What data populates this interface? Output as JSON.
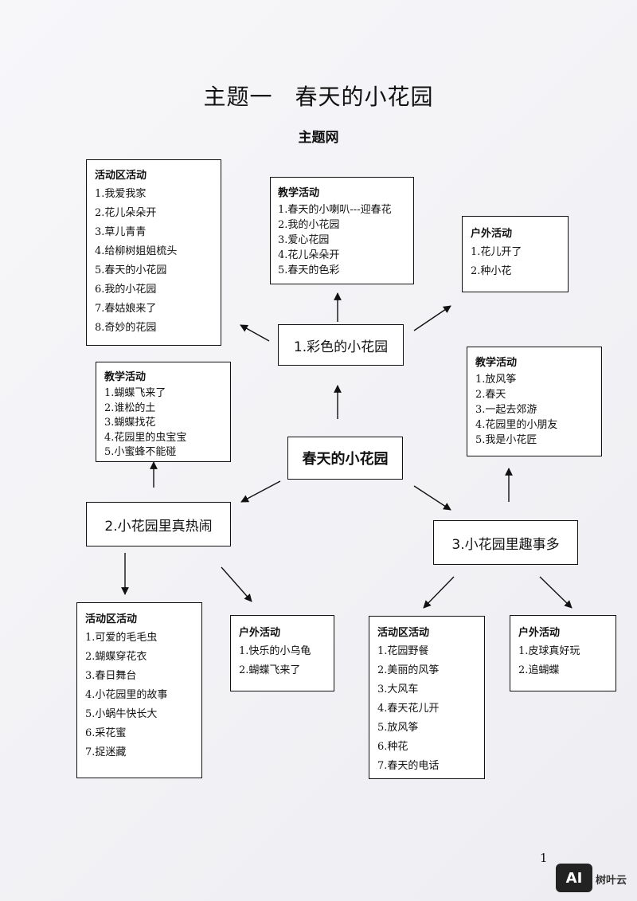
{
  "title_part1": "主题一",
  "title_part2": "春天的小花园",
  "subtitle": "主题网",
  "nodes": {
    "center": "春天的小花园",
    "branch1": "1.彩色的小花园",
    "branch2": "2.小花园里真热闹",
    "branch3": "3.小花园里趣事多"
  },
  "boxes": {
    "b1_area": {
      "heading": "活动区活动",
      "items": [
        "1.我爱我家",
        "2.花儿朵朵开",
        "3.草儿青青",
        "4.给柳树姐姐梳头",
        "5.春天的小花园",
        "6.我的小花园",
        "7.春姑娘来了",
        "8.奇妙的花园"
      ]
    },
    "b1_teach": {
      "heading": "教学活动",
      "items": [
        "1.春天的小喇叭---迎春花",
        "2.我的小花园",
        "3.爱心花园",
        "4.花儿朵朵开",
        "5.春天的色彩"
      ]
    },
    "b1_outdoor": {
      "heading": "户外活动",
      "items": [
        "1.花儿开了",
        "2.种小花"
      ]
    },
    "b2_teach": {
      "heading": "教学活动",
      "items": [
        "1.蝴蝶飞来了",
        "2.谁松的土",
        "3.蝴蝶找花",
        "4.花园里的虫宝宝",
        "5.小蜜蜂不能碰"
      ]
    },
    "b3_teach": {
      "heading": "教学活动",
      "items": [
        "1.放风筝",
        "2.春天",
        "3.一起去郊游",
        "4.花园里的小朋友",
        "5.我是小花匠"
      ]
    },
    "b2_area": {
      "heading": "活动区活动",
      "items": [
        "1.可爱的毛毛虫",
        "2.蝴蝶穿花衣",
        "3.春日舞台",
        "4.小花园里的故事",
        "5.小蜗牛快长大",
        "6.采花蜜",
        "7.捉迷藏"
      ]
    },
    "b2_outdoor": {
      "heading": "户外活动",
      "items": [
        "1.快乐的小乌龟",
        "2.蝴蝶飞来了"
      ]
    },
    "b3_area": {
      "heading": "活动区活动",
      "items": [
        "1.花园野餐",
        "2.美丽的风筝",
        "3.大风车",
        "4.春天花儿开",
        "5.放风筝",
        "6.种花",
        "7.春天的电话"
      ]
    },
    "b3_outdoor": {
      "heading": "户外活动",
      "items": [
        "1.皮球真好玩",
        "2.追蝴蝶"
      ]
    }
  },
  "page_number": "1",
  "logo": {
    "badge": "AI",
    "text": "树叶云"
  }
}
